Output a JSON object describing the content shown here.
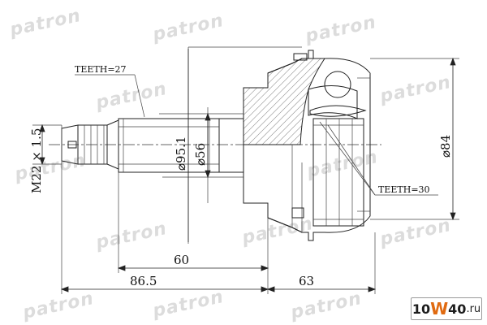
{
  "watermark": {
    "text": "patron"
  },
  "callouts": {
    "teeth_outer": "TEETH=27",
    "teeth_inner": "TEETH=30"
  },
  "dimensions": {
    "thread": "M22 × 1.5",
    "diameter_95": "⌀95.1",
    "diameter_56": "⌀56",
    "diameter_84": "⌀84",
    "length_60": "60",
    "length_86": "86.5",
    "length_63": "63"
  },
  "badge": {
    "part1": "10",
    "part2": "W",
    "part3": "40",
    "part4": ".ru"
  }
}
